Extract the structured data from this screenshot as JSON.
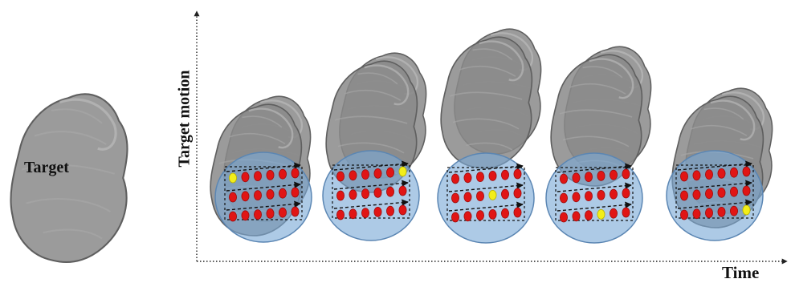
{
  "labels": {
    "target": "Target",
    "y_axis": "Target motion",
    "x_axis": "Time"
  },
  "colors": {
    "tumor_fill": "#8a8a8a",
    "tumor_edge": "#5f5f5f",
    "field_fill": "#7aa9d6",
    "field_edge": "#5b86b3",
    "spot": "#e01515",
    "active_spot": "#f2ee1a",
    "scan_line": "#111111",
    "axis": "#222222"
  },
  "icons": [
    "tumor-volume",
    "beam-field-disc",
    "scan-spot",
    "scan-path-arrow"
  ],
  "frames": [
    {
      "time_index": 1,
      "active_spot": {
        "row": 0,
        "col": 0
      }
    },
    {
      "time_index": 2,
      "active_spot": {
        "row": 0,
        "col": 5
      }
    },
    {
      "time_index": 3,
      "active_spot": {
        "row": 1,
        "col": 3
      }
    },
    {
      "time_index": 4,
      "active_spot": {
        "row": 2,
        "col": 3
      }
    },
    {
      "time_index": 5,
      "active_spot": {
        "row": 2,
        "col": 5
      }
    }
  ]
}
